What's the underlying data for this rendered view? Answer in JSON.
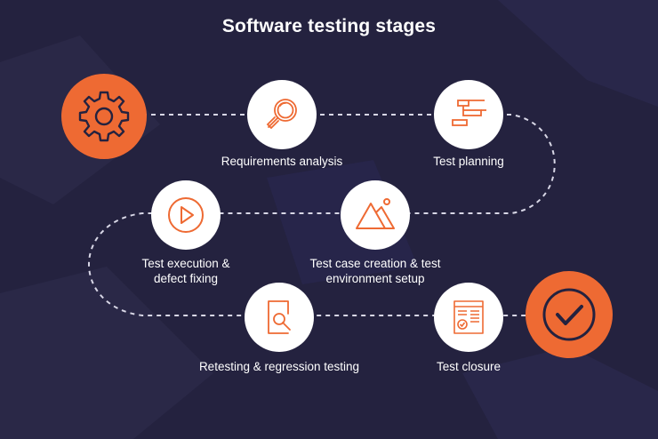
{
  "title": "Software testing stages",
  "colors": {
    "background": "#24223f",
    "accent": "#ee6a33",
    "node": "#ffffff",
    "path": "#d8d7e6"
  },
  "start": {
    "icon": "gear-icon"
  },
  "end": {
    "icon": "checkmark-icon"
  },
  "stages": [
    {
      "label": "Requirements analysis",
      "icon": "magnifier-icon"
    },
    {
      "label": "Test planning",
      "icon": "gantt-chart-icon"
    },
    {
      "label": "Test case creation & test environment setup",
      "icon": "mountain-icon"
    },
    {
      "label": "Test execution & defect fixing",
      "icon": "play-icon"
    },
    {
      "label": "Retesting & regression testing",
      "icon": "document-search-icon"
    },
    {
      "label": "Test closure",
      "icon": "report-icon"
    }
  ]
}
